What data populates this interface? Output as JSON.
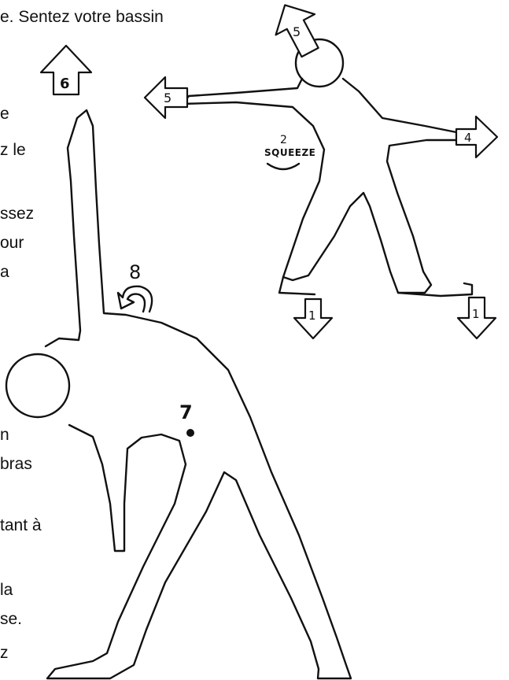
{
  "text_fragments": [
    "e.  Sentez votre bassin",
    "e",
    "z le",
    "ssez",
    "our",
    "a",
    "n",
    "bras",
    "tant à",
    "la",
    "se.",
    "z"
  ],
  "figure_upper": {
    "arrow_up_label": "5",
    "arrow_left_label": "5",
    "arrow_right_label": "4",
    "arrow_down_left_label": "1",
    "arrow_down_right_label": "1",
    "squeeze_number": "2",
    "squeeze_label": "SQUEEZE"
  },
  "figure_lower": {
    "arrow_up_label": "6",
    "rotation_number": "8",
    "point_number": "7"
  },
  "colors": {
    "ink": "#111111",
    "paper": "#ffffff"
  }
}
